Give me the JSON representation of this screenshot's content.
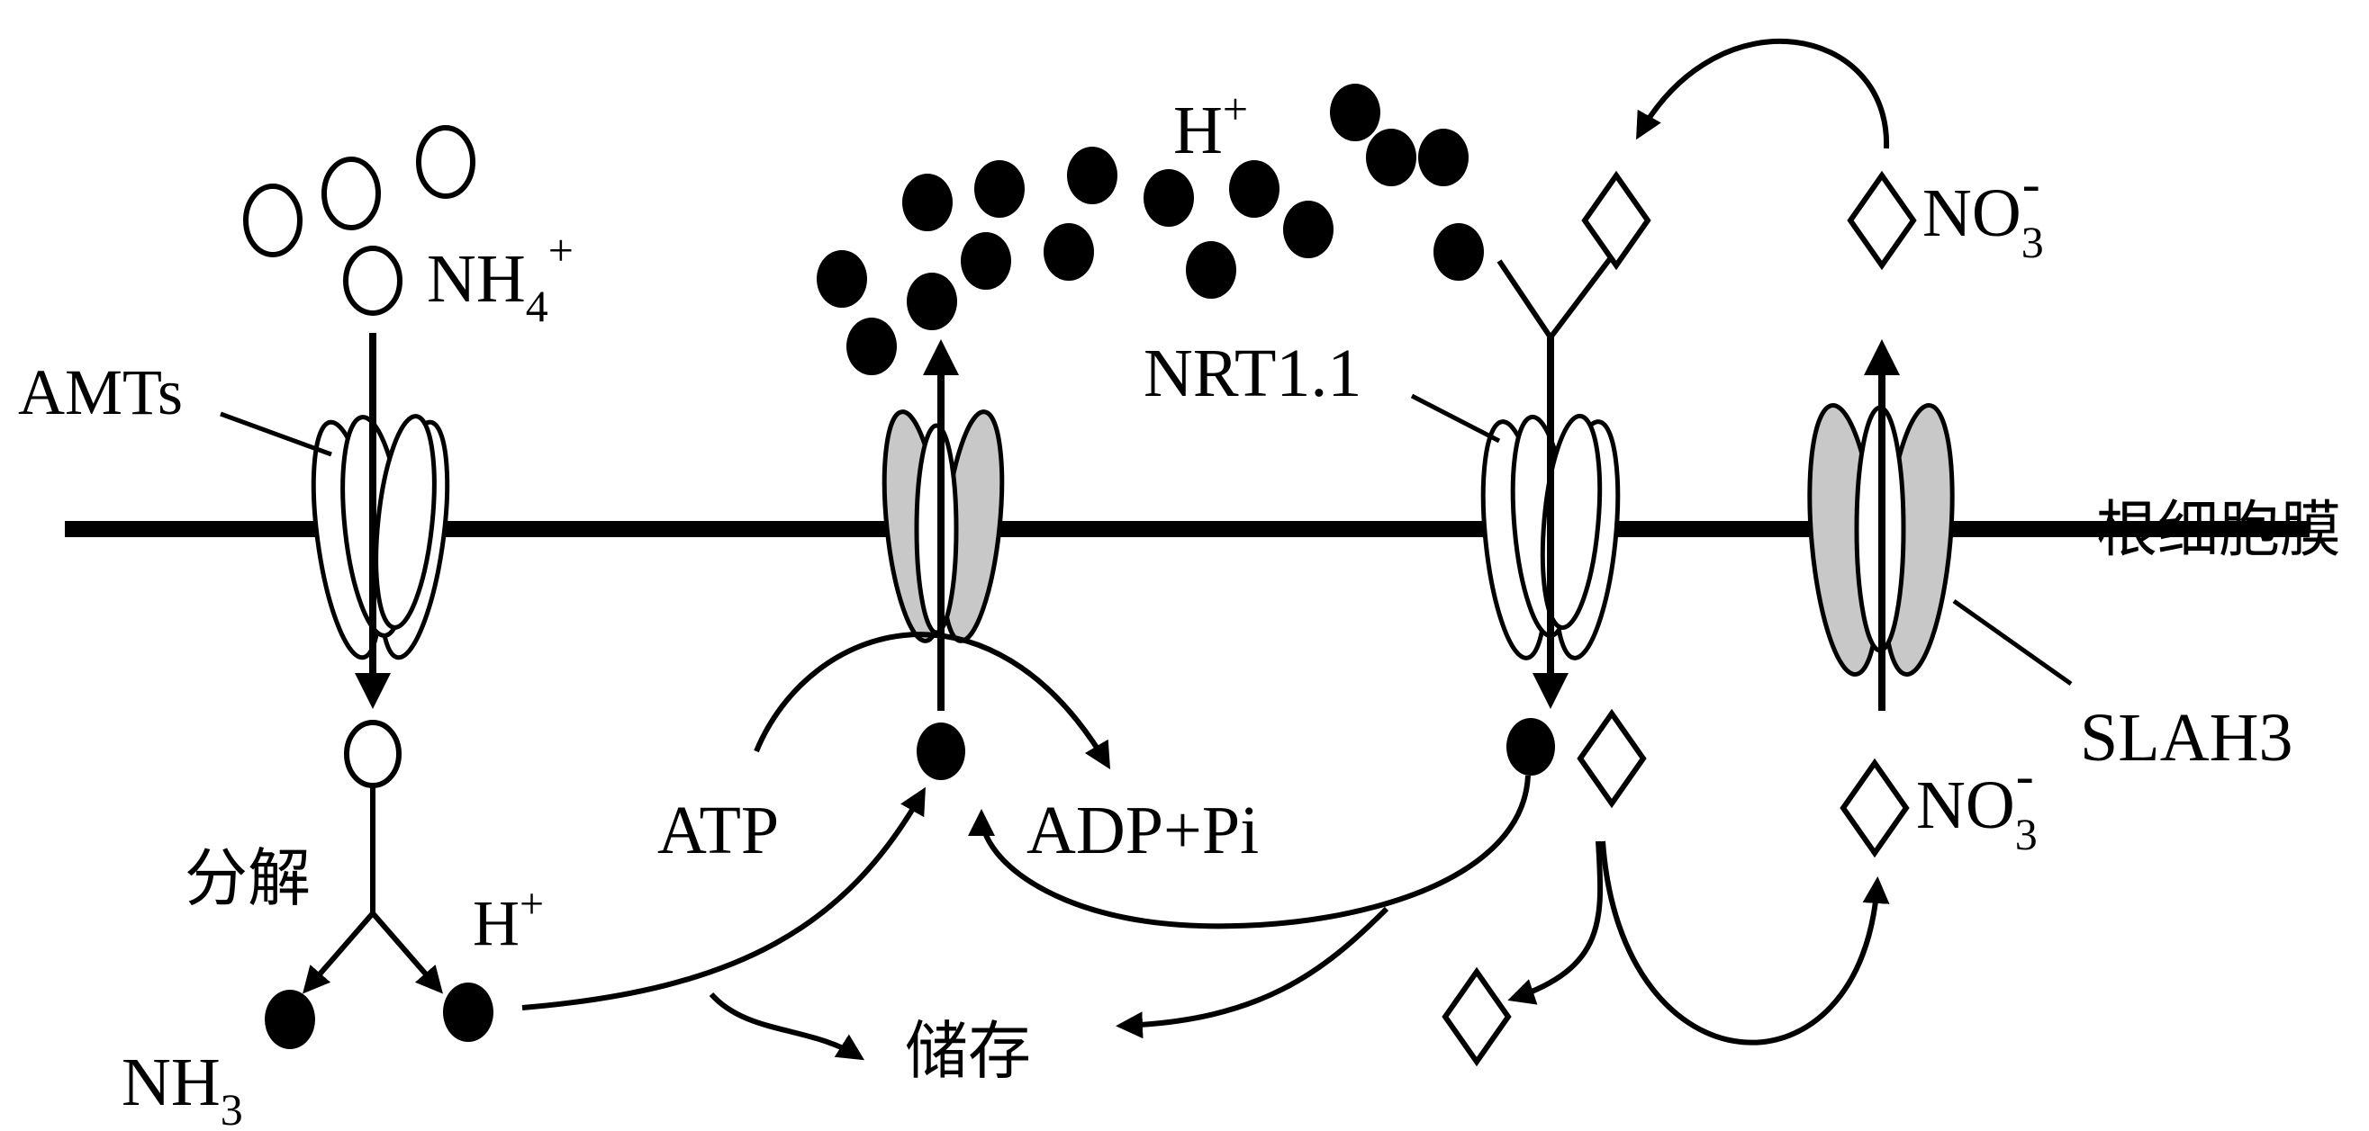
{
  "labels": {
    "nh4": "NH",
    "nh4_sub": "4",
    "nh4_sup": "+",
    "amts": "AMTs",
    "decompose": "分解",
    "nh3": "NH",
    "nh3_sub": "3",
    "h_bottom": "H",
    "h_bottom_sup": "+",
    "atp": "ATP",
    "adp": "ADP+Pi",
    "storage": "储存",
    "h_top": "H",
    "h_top_sup": "+",
    "nrt": "NRT1.1",
    "no3_top": "NO",
    "no3_top_sub": "3",
    "no3_top_sup": "-",
    "no3_bottom": "NO",
    "no3_bottom_sub": "3",
    "no3_bottom_sup": "-",
    "membrane": "根细胞膜",
    "slah3": "SLAH3"
  },
  "colors": {
    "stroke": "#000000",
    "gray_protein": "#c8c8c8",
    "white_protein": "#ffffff",
    "h_dot": "#000000"
  }
}
